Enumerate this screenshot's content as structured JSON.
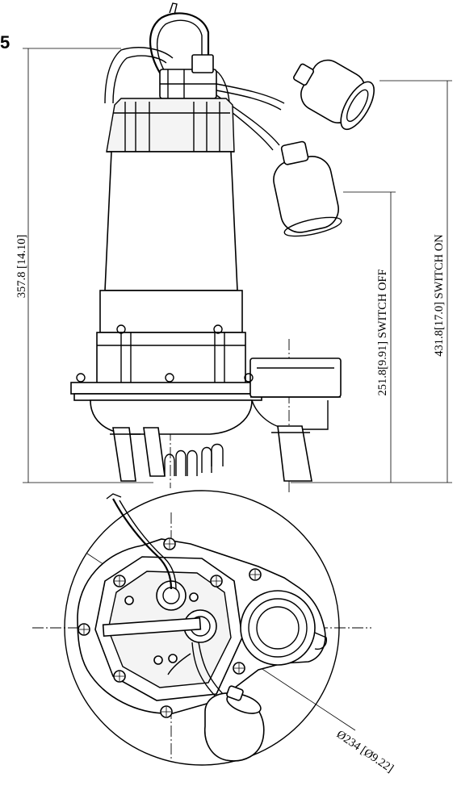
{
  "figure_number": "5",
  "dimensions": {
    "overall_height": "357.8 [14.10]",
    "switch_off": "251.8[9.91] SWITCH OFF",
    "switch_on": "431.8[17.0] SWITCH ON",
    "diameter": "Ø234 [Ø9.22]"
  }
}
